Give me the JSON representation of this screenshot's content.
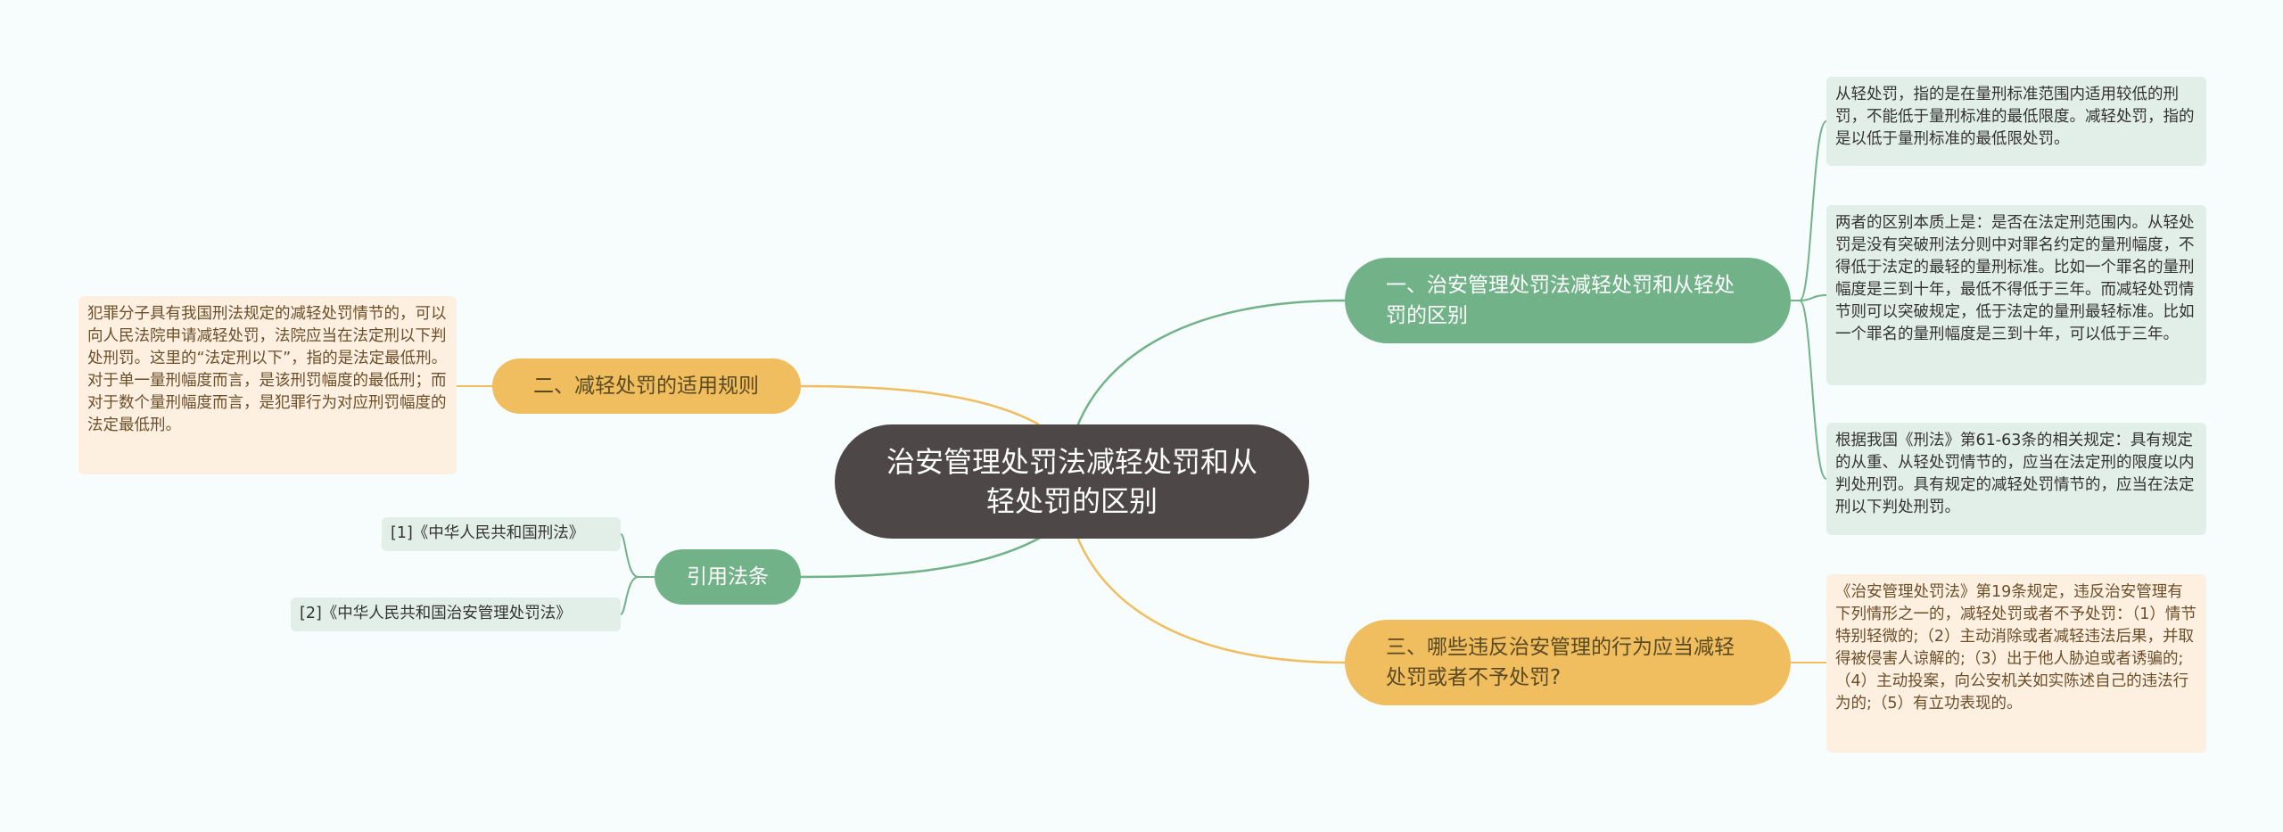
{
  "root": {
    "title": "治安管理处罚法减轻处罚和从轻处罚的区别"
  },
  "branches": {
    "b1": {
      "label": "一、治安管理处罚法减轻处罚和从轻处罚的区别"
    },
    "b2": {
      "label": "二、减轻处罚的适用规则"
    },
    "b3": {
      "label": "三、哪些违反治安管理的行为应当减轻处罚或者不予处罚?"
    },
    "b4": {
      "label": "引用法条"
    }
  },
  "leaves": {
    "l1": "从轻处罚，指的是在量刑标准范围内适用较低的刑罚，不能低于量刑标准的最低限度。减轻处罚，指的是以低于量刑标准的最低限处罚。",
    "l2": "两者的区别本质上是：是否在法定刑范围内。从轻处罚是没有突破刑法分则中对罪名约定的量刑幅度，不得低于法定的最轻的量刑标准。比如一个罪名的量刑幅度是三到十年，最低不得低于三年。而减轻处罚情节则可以突破规定，低于法定的量刑最轻标准。比如一个罪名的量刑幅度是三到十年，可以低于三年。",
    "l3": "根据我国《刑法》第61-63条的相关规定：具有规定的从重、从轻处罚情节的，应当在法定刑的限度以内判处刑罚。具有规定的减轻处罚情节的，应当在法定刑以下判处刑罚。",
    "l4": "犯罪分子具有我国刑法规定的减轻处罚情节的，可以向人民法院申请减轻处罚，法院应当在法定刑以下判处刑罚。这里的“法定刑以下”，指的是法定最低刑。对于单一量刑幅度而言，是该刑罚幅度的最低刑；而对于数个量刑幅度而言，是犯罪行为对应刑罚幅度的法定最低刑。",
    "l5": "《治安管理处罚法》第19条规定，违反治安管理有下列情形之一的，减轻处罚或者不予处罚：（1）情节特别轻微的;（2）主动消除或者减轻违法后果，并取得被侵害人谅解的;（3）出于他人胁迫或者诱骗的;（4）主动投案，向公安机关如实陈述自己的违法行为的;（5）有立功表现的。"
  },
  "refs": {
    "r1": "[1]《中华人民共和国刑法》",
    "r2": "[2]《中华人民共和国治安管理处罚法》"
  },
  "colors": {
    "green": "#72b289",
    "orange": "#f0bd5f",
    "root": "#4d4847",
    "leaf_green": "#e2efe8",
    "leaf_orange": "#fdf0e0"
  }
}
